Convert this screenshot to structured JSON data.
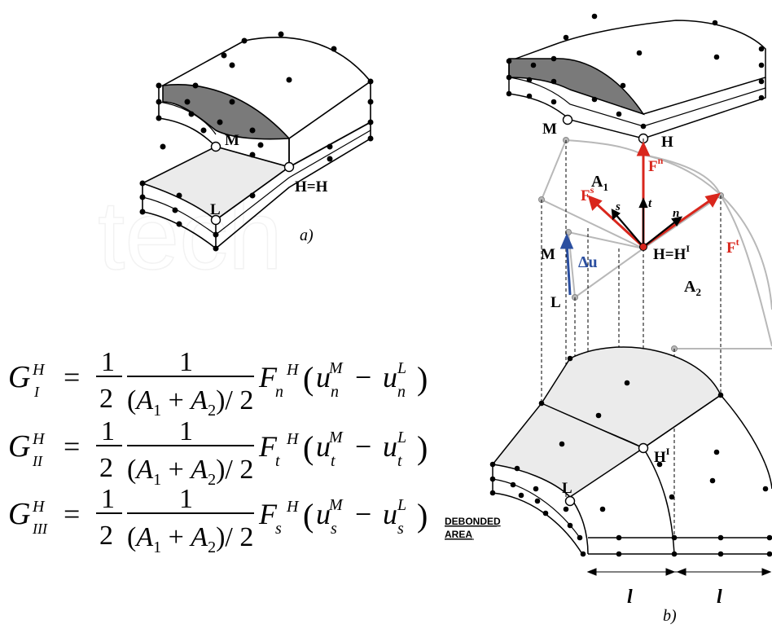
{
  "subfigure_a": {
    "caption": "a)",
    "node_M": "M",
    "node_L": "L",
    "node_HI_eq_H": "H=H"
  },
  "subfigure_b": {
    "caption": "b)",
    "node_M_top": "M",
    "node_H_top": "H",
    "area_A1": "A",
    "area_A2": "A",
    "force_Fn": "F",
    "force_Fs": "F",
    "force_Ft": "F",
    "axis_s": "s",
    "axis_t": "t",
    "axis_n": "n",
    "node_H_eq_HI": "H=H",
    "node_M_mid": "M",
    "node_L_mid": "L",
    "delta_u": "Δu",
    "node_HI_bottom": "H",
    "node_L_bottom": "L",
    "dim_l_left": "l",
    "dim_l_right": "l"
  },
  "equations": {
    "label_debonded": "DEBONDED",
    "label_area": "AREA",
    "rows": [
      {
        "mode": "I",
        "comp": "n"
      },
      {
        "mode": "II",
        "comp": "t"
      },
      {
        "mode": "III",
        "comp": "s"
      }
    ]
  },
  "colors": {
    "force": "#d9261c",
    "displacement": "#2b4fa0",
    "debonded_fill": "#ebebeb",
    "dark_fill": "#7a7a7a",
    "grey_outline": "#b8b8b8"
  }
}
